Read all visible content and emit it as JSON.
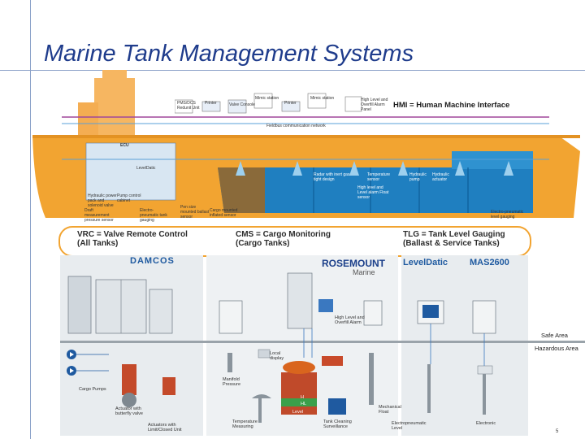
{
  "title": "Marine Tank Management Systems",
  "hmi": {
    "heading": "HMI = Human Machine Interface",
    "fieldbus": "Fieldbus communication network",
    "unit_labels": [
      "PMS/DCS Redunit Unit",
      "Printer",
      "Valve Console",
      "Mimic station",
      "Printer",
      "Mimic station",
      "High Level and Overfill Alarm Panel"
    ]
  },
  "ship": {
    "tank_labels": [
      "Radar with inert gas tight design",
      "Temperature sensor",
      "Hydraulic pump",
      "Hydraulic actuator",
      "Electro-pneumatic level gauging",
      "Pump control cabinet",
      "Hydraulic power pack and solenoid valve",
      "Draft measurement pressure sensor",
      "Electro-pneumatic tank gauging",
      "Pen size mounted ballast sensor",
      "Cargo mounted inflated sensor",
      "High level and Level alarm Float sensor"
    ],
    "ecu_label": "ECU",
    "leveldatic_label": "LevelDatic"
  },
  "bands": [
    {
      "line1": "VRC = Valve Remote Control",
      "line2": "(All Tanks)"
    },
    {
      "line1": "CMS = Cargo Monitoring",
      "line2": "(Cargo Tanks)"
    },
    {
      "line1": "TLG = Tank Level Gauging",
      "line2": "(Ballast & Service Tanks)"
    }
  ],
  "brands": {
    "damcos": "Damcos",
    "rosemount": "ROSEMOUNT",
    "marine": "Marine",
    "leveldatic": "LevelDatic",
    "mas": "MAS2600"
  },
  "zones": {
    "safe": "Safe Area",
    "hazardous": "Hazardous Area"
  },
  "components": {
    "cargo_pumps": "Cargo Pumps",
    "actuator_butterfly": "Actuator with butterfly valve",
    "actuator_limit": "Actuators with Limit/Closed Unit",
    "manifold_pressure": "Manifold Pressure",
    "local_display": "Local display",
    "high_level_alarm": "High Level and Overfill Alarm",
    "temperature": "Temperature Measuring",
    "tank_cleaning": "Tank Cleaning Surveillance",
    "mechanical_float": "Mechanical Float",
    "electropneumatic_level": "Electropneumatic Level",
    "electronic": "Electronic",
    "level": "Level",
    "hl": "HL",
    "h": "H"
  },
  "page_number": "5",
  "colors": {
    "title": "#1f3c8c",
    "hull": "#f2a431",
    "water": "#1f7fc0",
    "band_border": "#f2a431"
  }
}
